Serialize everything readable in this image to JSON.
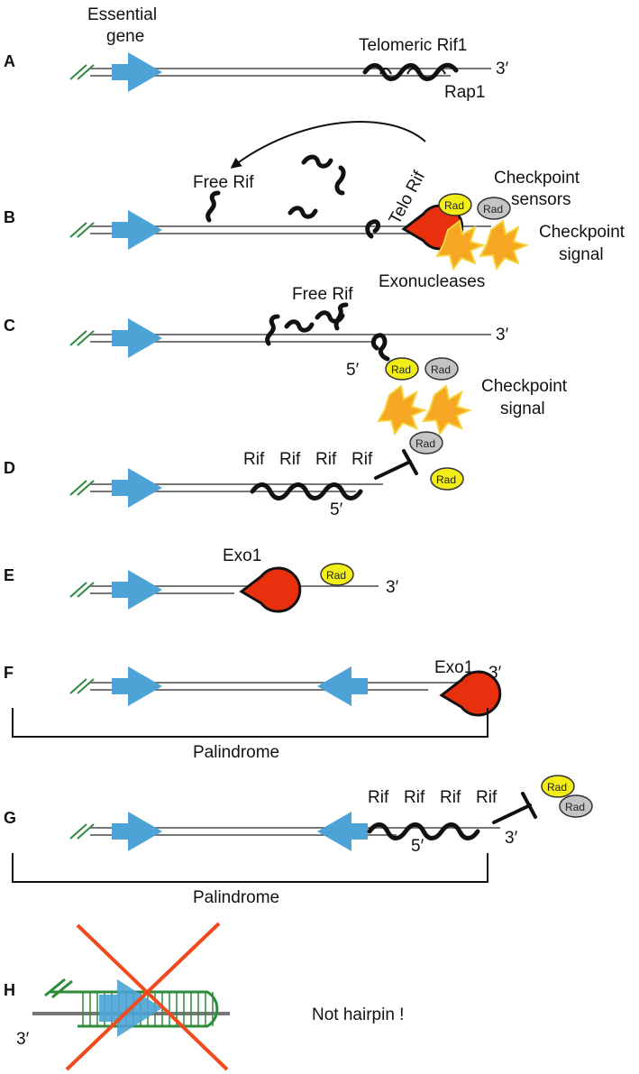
{
  "labels": {
    "essential_gene_1": "Essential",
    "essential_gene_2": "gene",
    "telomeric_rif1": "Telomeric Rif1",
    "rap1": "Rap1",
    "three_prime": "3′",
    "five_prime": "5′",
    "free_rif": "Free Rif",
    "telo_rif": "Telo Rif",
    "checkpoint_sensors_1": "Checkpoint",
    "checkpoint_sensors_2": "sensors",
    "checkpoint_signal_1": "Checkpoint",
    "checkpoint_signal_2": "signal",
    "exonucleases": "Exonucleases",
    "rif": "Rif",
    "rad": "Rad",
    "exo1": "Exo1",
    "palindrome": "Palindrome",
    "not_hairpin": "Not hairpin !"
  },
  "panels": [
    "A",
    "B",
    "C",
    "D",
    "E",
    "F",
    "G",
    "H"
  ],
  "colors": {
    "gene_arrow": "#4da3d6",
    "exonuclease": "#e8300e",
    "rad_yellow": "#f2ec17",
    "rad_grey": "#c4c4c4",
    "checkpoint_spark": "#f5a623",
    "hatch_green": "#2e8b3a",
    "cross_red": "#f04a1e"
  }
}
